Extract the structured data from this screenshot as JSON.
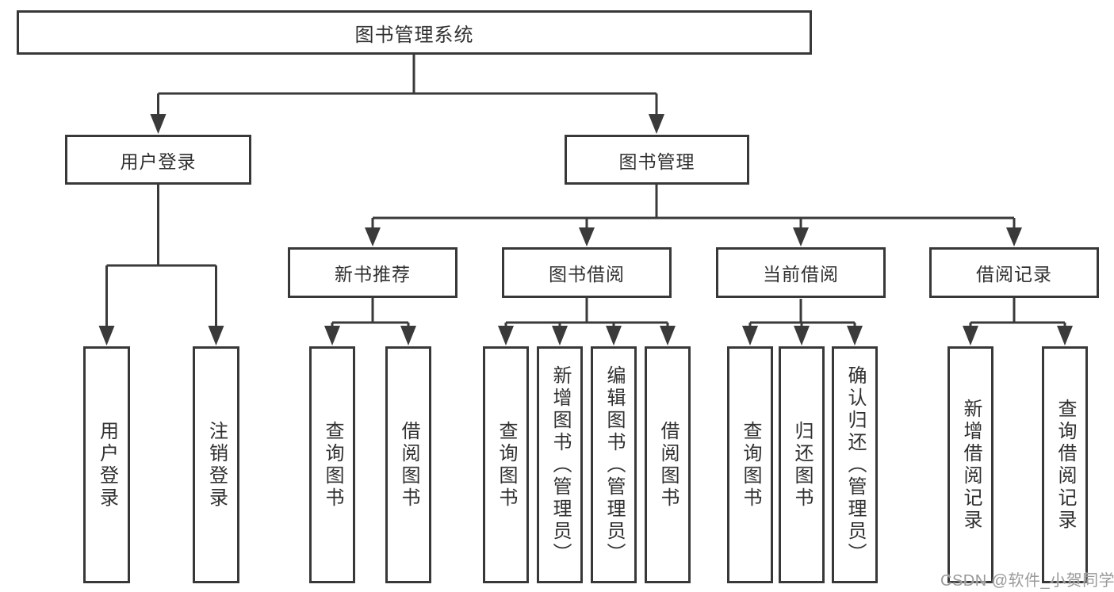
{
  "diagram_title": "图书管理系统",
  "watermark": "CSDN @软件_小贺同学",
  "colors": {
    "line": "#3a3a3a",
    "box_border": "#383838",
    "text": "#303030",
    "watermark": "#9a9a9a",
    "background": "#ffffff"
  },
  "tree": {
    "root": {
      "label": "图书管理系统"
    },
    "branches": {
      "user_login": {
        "label": "用户登录",
        "children": {
          "login": {
            "label": "用户登录"
          },
          "logout": {
            "label": "注销登录"
          }
        }
      },
      "book_management": {
        "label": "图书管理",
        "children": {
          "new_book_recommend": {
            "label": "新书推荐",
            "children": {
              "query_book": {
                "label": "查询图书"
              },
              "borrow_book": {
                "label": "借阅图书"
              }
            }
          },
          "book_borrowing": {
            "label": "图书借阅",
            "children": {
              "query_book": {
                "label": "查询图书"
              },
              "add_book": {
                "label": "新增图书（管理员）"
              },
              "edit_book": {
                "label": "编辑图书（管理员）"
              },
              "borrow_book": {
                "label": "借阅图书"
              }
            }
          },
          "current_borrowing": {
            "label": "当前借阅",
            "children": {
              "query_book": {
                "label": "查询图书"
              },
              "return_book": {
                "label": "归还图书"
              },
              "confirm_return": {
                "label": "确认归还（管理员）"
              }
            }
          },
          "borrowing_records": {
            "label": "借阅记录",
            "children": {
              "add_record": {
                "label": "新增借阅记录"
              },
              "query_record": {
                "label": "查询借阅记录"
              }
            }
          }
        }
      }
    }
  }
}
